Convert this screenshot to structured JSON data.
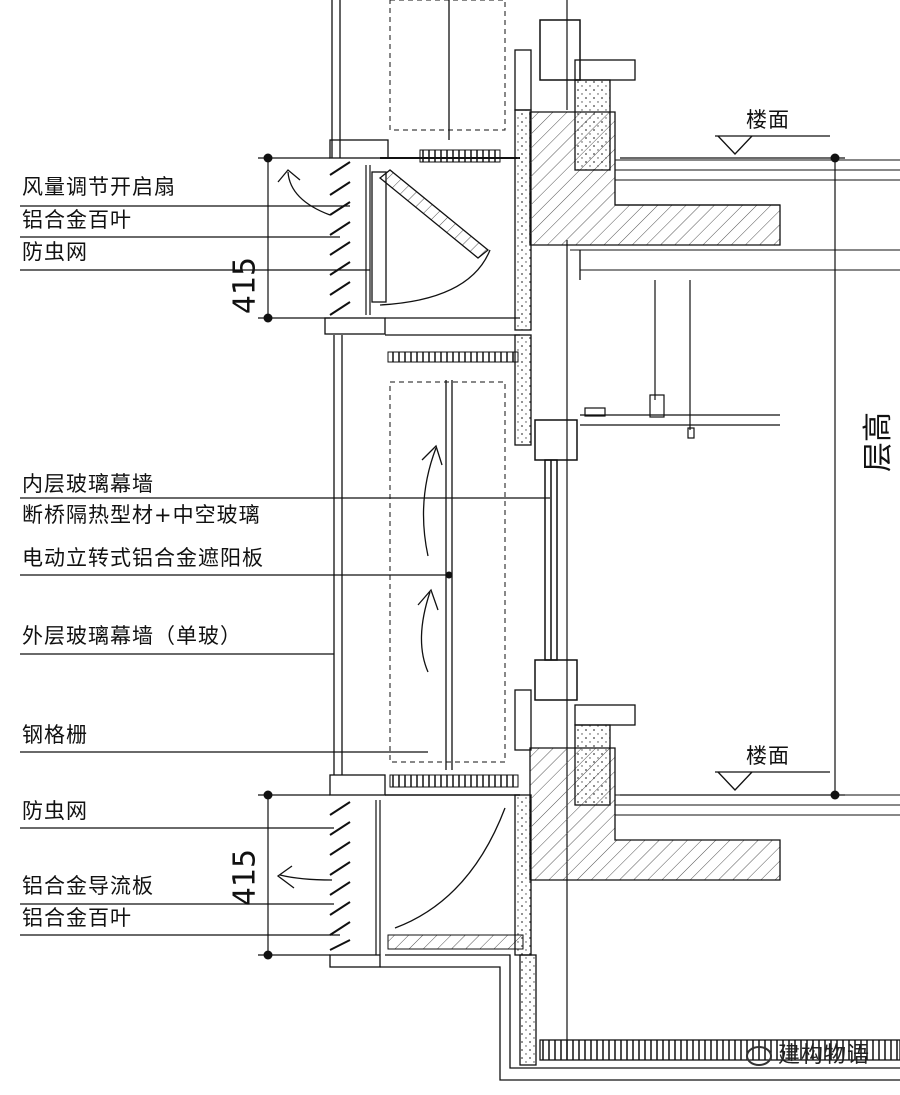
{
  "labels": {
    "vent_sash": "风量调节开启扇",
    "louver_top": "铝合金百叶",
    "insect_top": "防虫网",
    "inner_wall_1": "内层玻璃幕墙",
    "inner_wall_2": "断桥隔热型材+中空玻璃",
    "shading": "电动立转式铝合金遮阳板",
    "outer_wall": "外层玻璃幕墙（单玻）",
    "grating": "钢格栅",
    "insect_bottom": "防虫网",
    "deflector": "铝合金导流板",
    "louver_bottom": "铝合金百叶"
  },
  "dimensions": {
    "top_vent": "415",
    "bottom_vent": "415",
    "floor_height": "层高"
  },
  "levels": {
    "floor_top": "楼面",
    "floor_bottom": "楼面"
  },
  "watermark": "建构物语"
}
